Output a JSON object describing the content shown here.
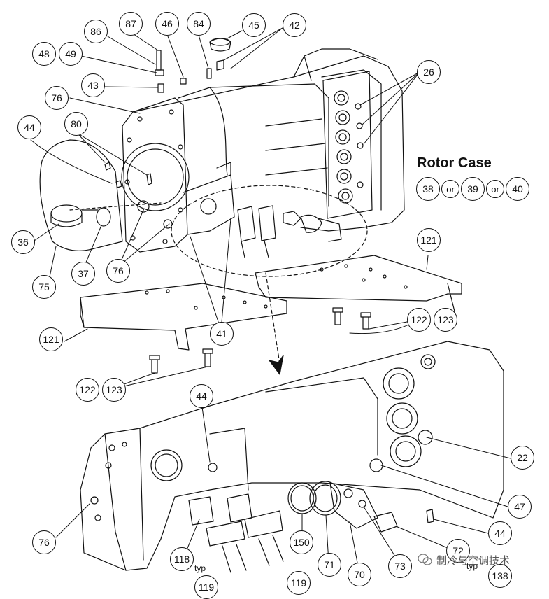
{
  "title": "Rotor Case",
  "rotor_case_options": [
    "38",
    "or",
    "39",
    "or",
    "40"
  ],
  "callouts": {
    "c87": "87",
    "c46": "46",
    "c84": "84",
    "c45": "45",
    "c42": "42",
    "c86": "86",
    "c48": "48",
    "c49": "49",
    "c43": "43",
    "c76a": "76",
    "c26": "26",
    "c80": "80",
    "c44a": "44",
    "c36": "36",
    "c37": "37",
    "c75": "75",
    "c76b": "76",
    "c41": "41",
    "c121a": "121",
    "c121b": "121",
    "c122a": "122",
    "c123a": "123",
    "c122b": "122",
    "c123b": "123",
    "c44b": "44",
    "c22": "22",
    "c47": "47",
    "c44c": "44",
    "c76c": "76",
    "c118": "118",
    "c150": "150",
    "c71": "71",
    "c70": "70",
    "c73": "73",
    "c72": "72",
    "c119": "119",
    "c119b": "119",
    "c138": "138"
  },
  "typ_labels": {
    "t118": "typ",
    "t72": "typ"
  },
  "watermark": "制冷与空调技术",
  "icons": {
    "watermark": "wechat-icon",
    "arrow": "section-arrow-icon"
  }
}
